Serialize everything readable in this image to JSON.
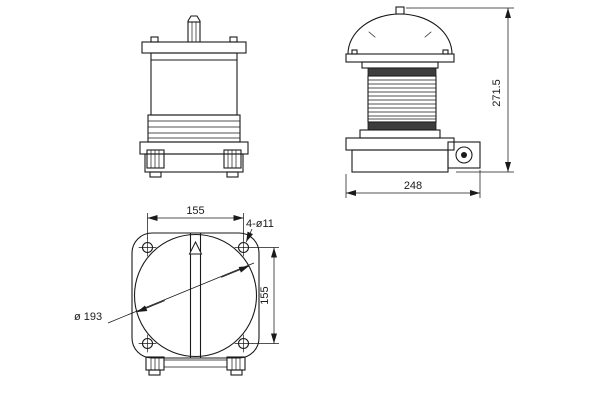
{
  "drawing": {
    "annotations": {
      "overall_height": "271.5",
      "overall_width": "248",
      "flange_bolt_spacing_h": "155",
      "flange_bolt_spacing_v": "155",
      "bolt_holes": "4-ø11",
      "base_diameter": "ø 193"
    },
    "colors": {
      "line": "#1a1a1a",
      "background": "#ffffff",
      "lens_band": "#3d3d3d"
    }
  }
}
